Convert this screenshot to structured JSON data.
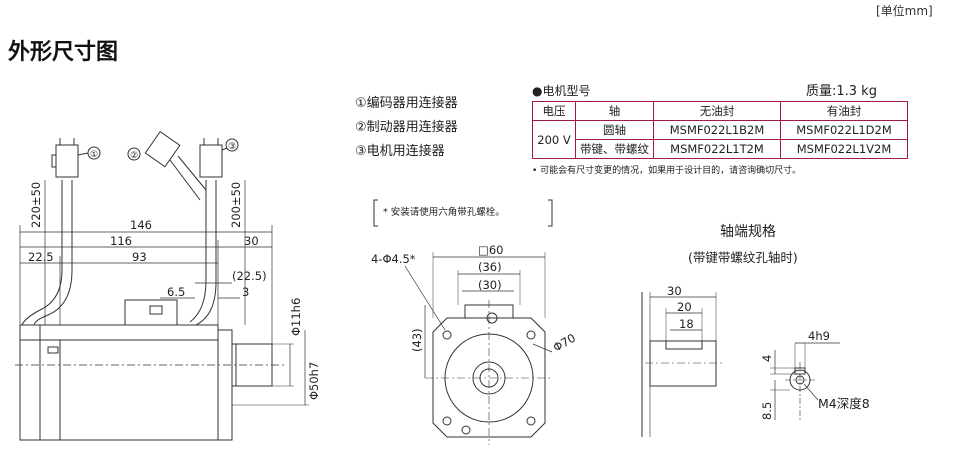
{
  "unit_label": "[单位mm]",
  "title": "外形尺寸图",
  "legend": {
    "encoder_connector": "①编码器用连接器",
    "brake_connector": "②制动器用连接器",
    "motor_connector": "③电机用连接器"
  },
  "spec": {
    "model_header": "●电机型号",
    "mass": "质量:1.3 kg",
    "col_voltage": "电压",
    "col_shaft": "轴",
    "col_no_seal": "无油封",
    "col_with_seal": "有油封",
    "voltage": "200 V",
    "rows": [
      {
        "shaft": "圆轴",
        "no_seal": "MSMF022L1B2M",
        "with_seal": "MSMF022L1D2M"
      },
      {
        "shaft": "带键、带螺纹",
        "no_seal": "MSMF022L1T2M",
        "with_seal": "MSMF022L1V2M"
      }
    ],
    "note": "• 可能会有尺寸变更的情况，如果用于设计目的，请咨询确切尺寸。"
  },
  "side_view": {
    "marker_1": "①",
    "marker_2": "②",
    "marker_3": "③",
    "cable_left": "220±50",
    "cable_right": "200±50",
    "dim_146": "146",
    "dim_116": "116",
    "dim_30": "30",
    "dim_22_5": "22.5",
    "dim_93": "93",
    "dim_22_5_paren": "(22.5)",
    "dim_6_5": "6.5",
    "dim_3": "3",
    "phi_11": "Φ11h6",
    "phi_50": "Φ50h7"
  },
  "front_view": {
    "bolt_note": "* 安装请使用六角带孔螺栓。",
    "holes": "4-Φ4.5*",
    "square": "□60",
    "dim_36": "(36)",
    "dim_30": "(30)",
    "dim_43": "(43)",
    "phi_70": "Φ70"
  },
  "shaft_end": {
    "title": "轴端规格",
    "subtitle": "(带键带螺纹孔轴时)",
    "dim_30": "30",
    "dim_20": "20",
    "dim_18": "18",
    "dim_4h9": "4h9",
    "dim_4": "4",
    "dim_8_5": "8.5",
    "thread": "M4深度8"
  }
}
